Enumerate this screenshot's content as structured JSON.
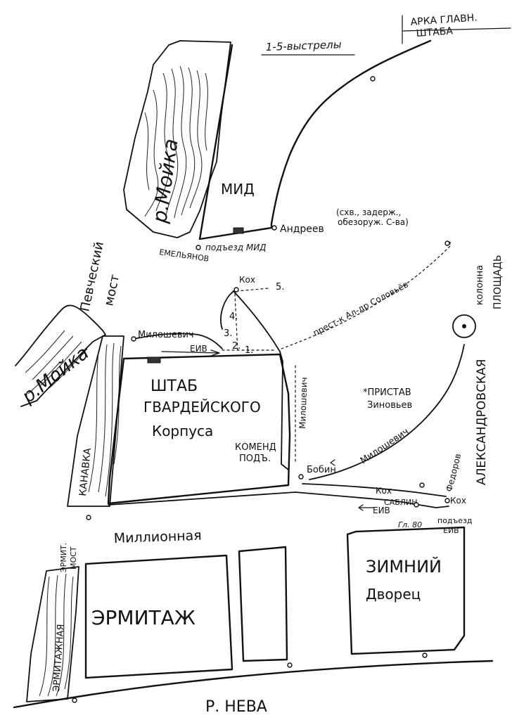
{
  "title": "1-5-выстрелы",
  "places": {
    "arch": [
      "АРКА ГЛАВН.",
      "ШТАБА"
    ],
    "mid": "МИД",
    "moika_top": "р.Мойка",
    "moika_left": "р.Мойка",
    "pevchesky_bridge": [
      "Певческий",
      "мост"
    ],
    "kanavka": "КАНАВКА",
    "hermitage_bridge": [
      "ЭРМИТ.",
      "МОСТ"
    ],
    "hermitage_canal": "ЭРМИТАЖНАЯ",
    "millionnaya": "Миллионная",
    "hermitage": "ЭРМИТАЖ",
    "winter_palace": [
      "ЗИМНИЙ",
      "Дворец"
    ],
    "guards_hq": [
      "ШТАБ",
      "ГВАРДЕЙСКОГО",
      "Корпуса"
    ],
    "komend": [
      "КОМЕНД",
      "ПОДЪ."
    ],
    "column": "колонна",
    "square": "ПЛОЩАДЬ",
    "alexandrovskaya": "АЛЕКСАНДРОВСКАЯ",
    "neva": "Р. НЕВА",
    "mid_entrance": "подъезд МИД",
    "eiv_entrance": [
      "подъезд",
      "ЕИВ"
    ]
  },
  "people": {
    "andreev": "Андреев",
    "andreev_note": [
      "(схв., задерж.,",
      "обезоруж. С-ва)"
    ],
    "emelyanov": "ЕМЕЛЬЯНОВ",
    "kokh_top": "Кох",
    "miloshevich_left": "Милошевич",
    "eiv_left": "ЕИВ",
    "miloshevich_vertical": "Милошевич",
    "solovyov": "прест-к Ал-др Соловьёв",
    "pristav": [
      "*ПРИСТАВ",
      "Зиновьев"
    ],
    "miloshevich_right": "Милошевич",
    "bobin": "Бобин",
    "kokh_bottom": "Кох",
    "sablin": "САБЛИН",
    "eiv_bottom": "ЕИВ",
    "fedorov": "Федоров",
    "kokh_right": "Кох",
    "gl80": "Гл. 80"
  },
  "shots": [
    "1.",
    "2.",
    "3.",
    "4.",
    "5."
  ],
  "colors": {
    "ink": "#111111",
    "paper": "#ffffff"
  }
}
